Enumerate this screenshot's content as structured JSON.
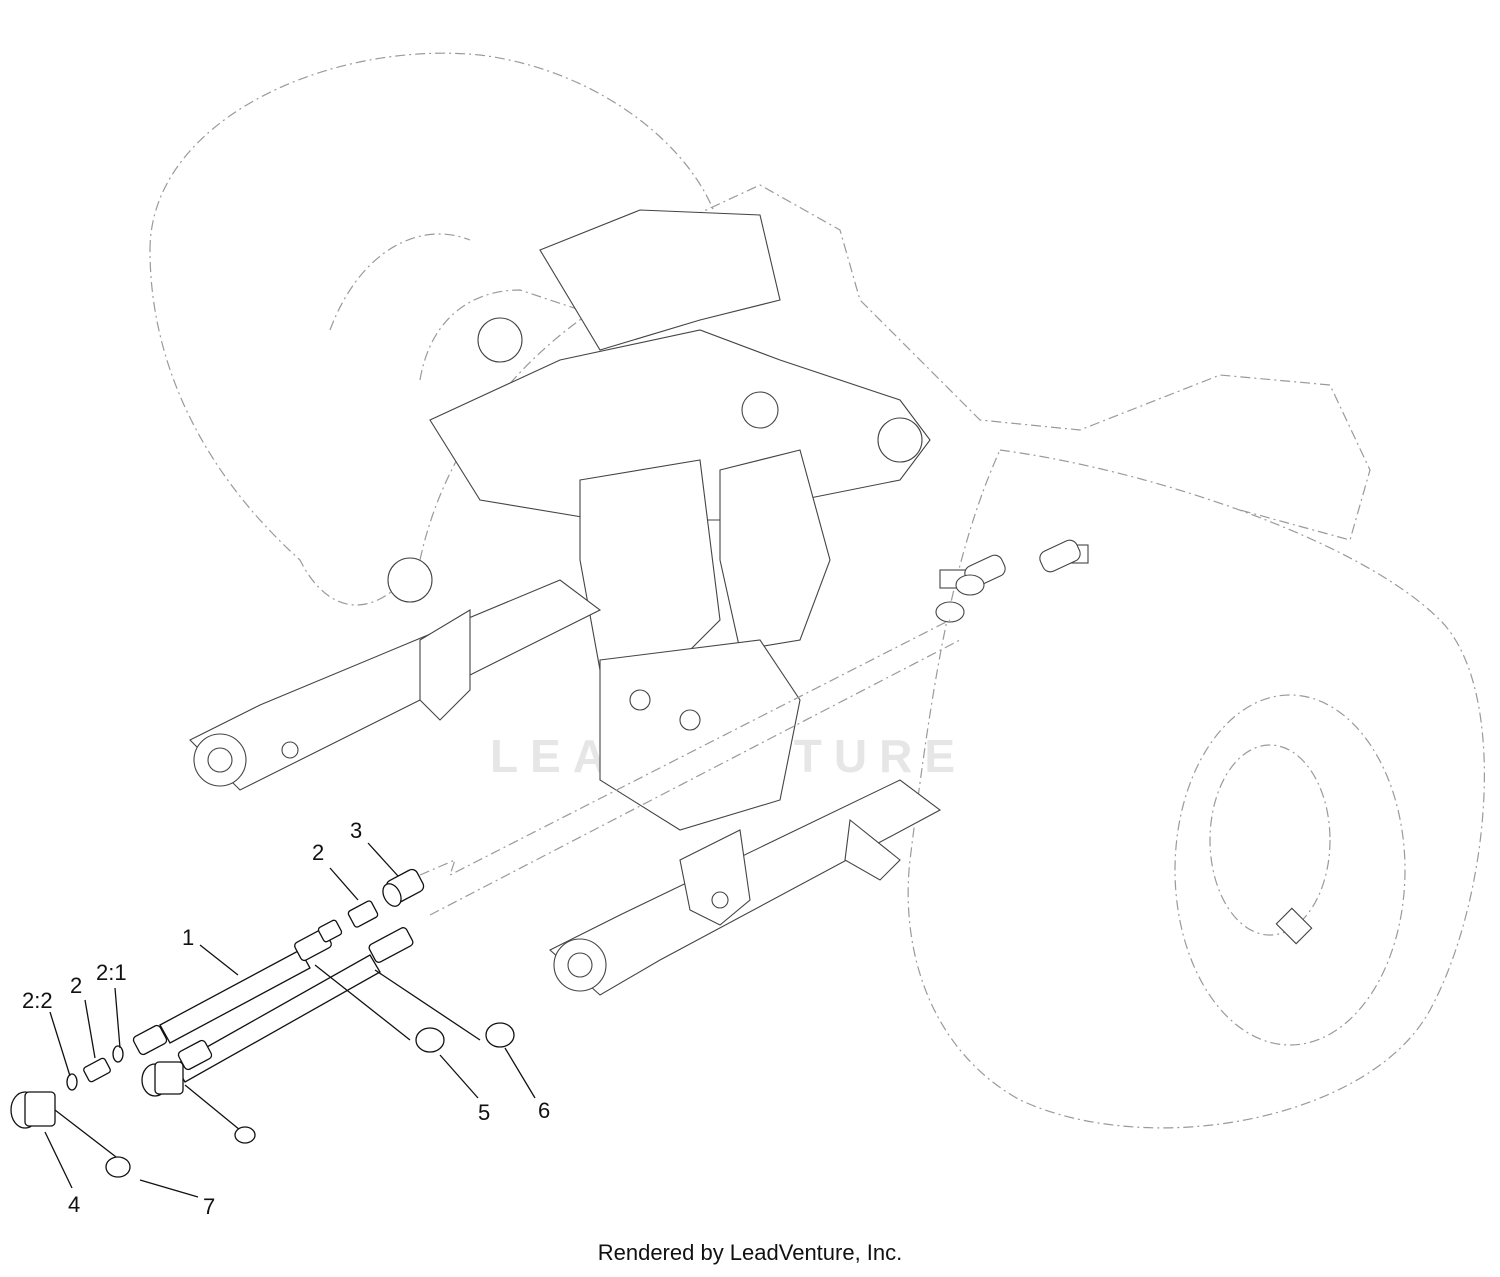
{
  "diagram": {
    "callouts": {
      "c1": "1",
      "c2_upper": "2",
      "c2_lower": "2",
      "c2_1": "2:1",
      "c2_2": "2:2",
      "c3": "3",
      "c4": "4",
      "c5": "5",
      "c6": "6",
      "c7": "7"
    },
    "watermark": "LEADVENTURE"
  },
  "footer": {
    "credit": "Rendered by LeadVenture, Inc."
  }
}
